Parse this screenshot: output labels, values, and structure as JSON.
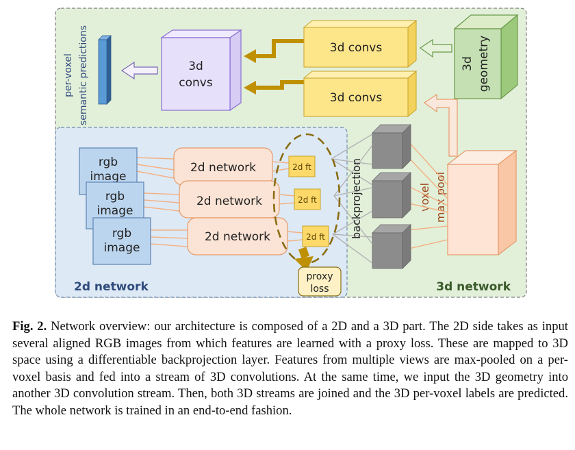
{
  "diagram": {
    "left_panel": {
      "output_label_line1": "per-voxel",
      "output_label_line2": "semantic predictions",
      "convs_line1": "3d",
      "convs_line2": "convs"
    },
    "top_convs": {
      "upper": "3d convs",
      "lower": "3d convs"
    },
    "geometry": {
      "line1": "3d",
      "line2": "geometry"
    },
    "rgb_images": [
      {
        "line1": "rgb",
        "line2": "image"
      },
      {
        "line1": "rgb",
        "line2": "image"
      },
      {
        "line1": "rgb",
        "line2": "image"
      }
    ],
    "networks_2d": [
      "2d network",
      "2d network",
      "2d network"
    ],
    "features_2d": [
      "2d ft",
      "2d ft",
      "2d ft"
    ],
    "proxy_loss": {
      "line1": "proxy",
      "line2": "loss"
    },
    "backprojection_label": "backprojection",
    "voxel_pool": {
      "line1": "voxel",
      "line2": "max pool"
    },
    "region_labels": {
      "network_2d": "2d network",
      "network_3d": "3d network"
    },
    "colors": {
      "outer_panel": "#e2efd9",
      "inner_panel": "#dde9f5",
      "convs_box": "#e7e0fb",
      "yellow_box": "#fde58a",
      "geometry_box": "#c5e0b3",
      "rgb_box": "#bcd5ee",
      "network_box": "#fbe4d5",
      "pool_box": "#fde4d4",
      "gold_arrow": "#bf9000",
      "label_blue": "#2f4b7c",
      "label_green": "#3a5a2a"
    }
  },
  "caption": {
    "label": "Fig. 2.",
    "text": "Network overview: our architecture is composed of a 2D and a 3D part. The 2D side takes as input several aligned RGB images from which features are learned with a proxy loss. These are mapped to 3D space using a differentiable backprojection layer. Features from multiple views are max-pooled on a per-voxel basis and fed into a stream of 3D convolutions. At the same time, we input the 3D geometry into another 3D convolution stream. Then, both 3D streams are joined and the 3D per-voxel labels are predicted. The whole network is trained in an end-to-end fashion."
  }
}
